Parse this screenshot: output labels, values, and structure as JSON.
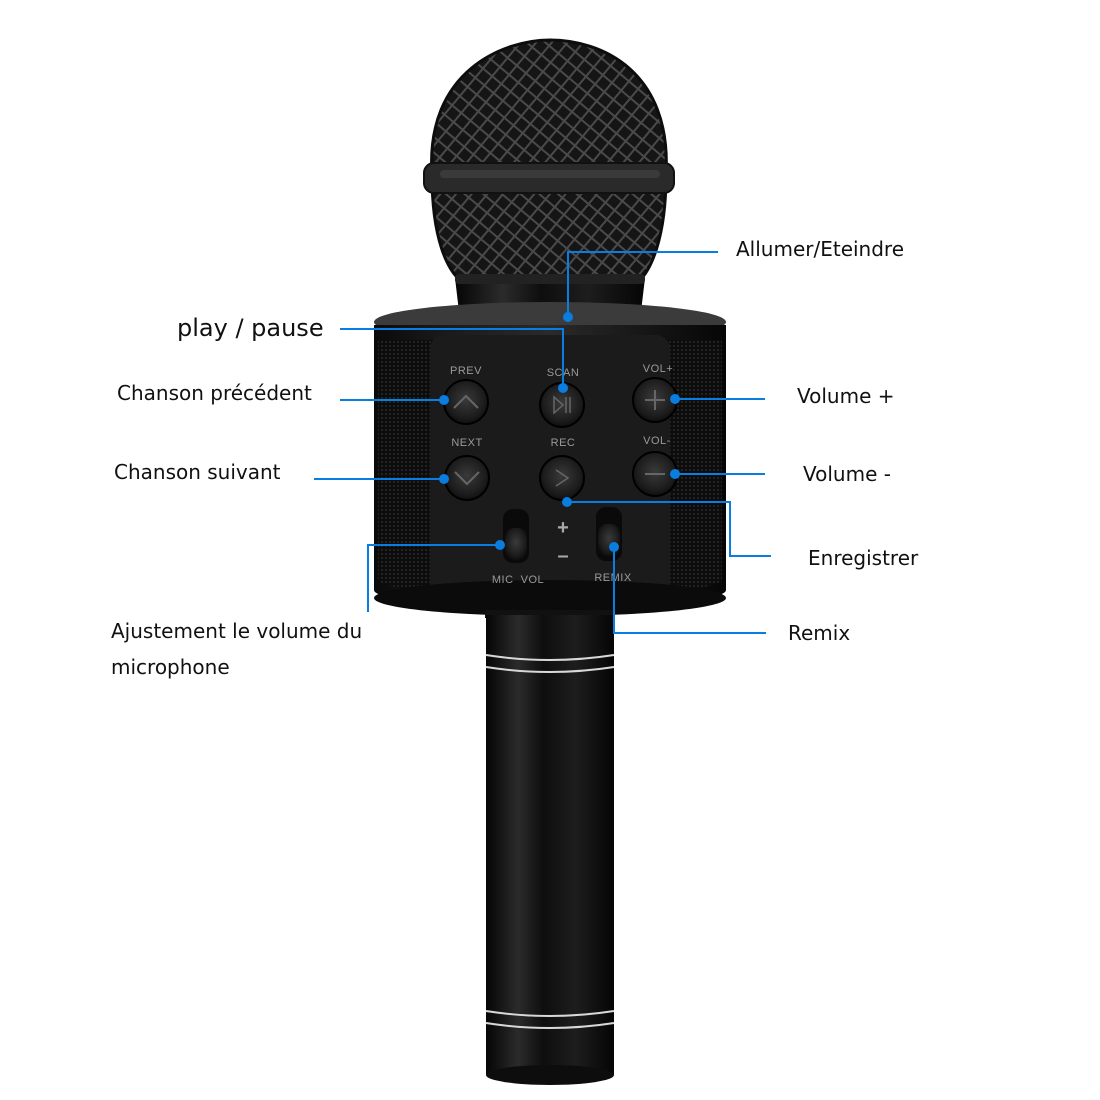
{
  "product": "karaoke-bluetooth-microphone",
  "colors": {
    "callout_line": "#0a7de0",
    "body": "#111111",
    "button_text": "#9a9a9a",
    "background": "#ffffff"
  },
  "device_buttons": {
    "prev": "PREV",
    "scan": "SCAN",
    "vol_plus": "VOL+",
    "next": "NEXT",
    "rec": "REC",
    "vol_minus": "VOL-",
    "mic_vol": "MIC  VOL",
    "remix": "REMIX",
    "plus_sign": "+",
    "minus_sign": "–"
  },
  "callouts": {
    "power": "Allumer/Eteindre",
    "play_pause": "play / pause",
    "previous_song": "Chanson précédent",
    "next_song": "Chanson suivant",
    "volume_up": "Volume +",
    "volume_down": "Volume -",
    "record": "Enregistrer",
    "mic_volume": "Ajustement le volume du microphone",
    "remix": "Remix"
  }
}
